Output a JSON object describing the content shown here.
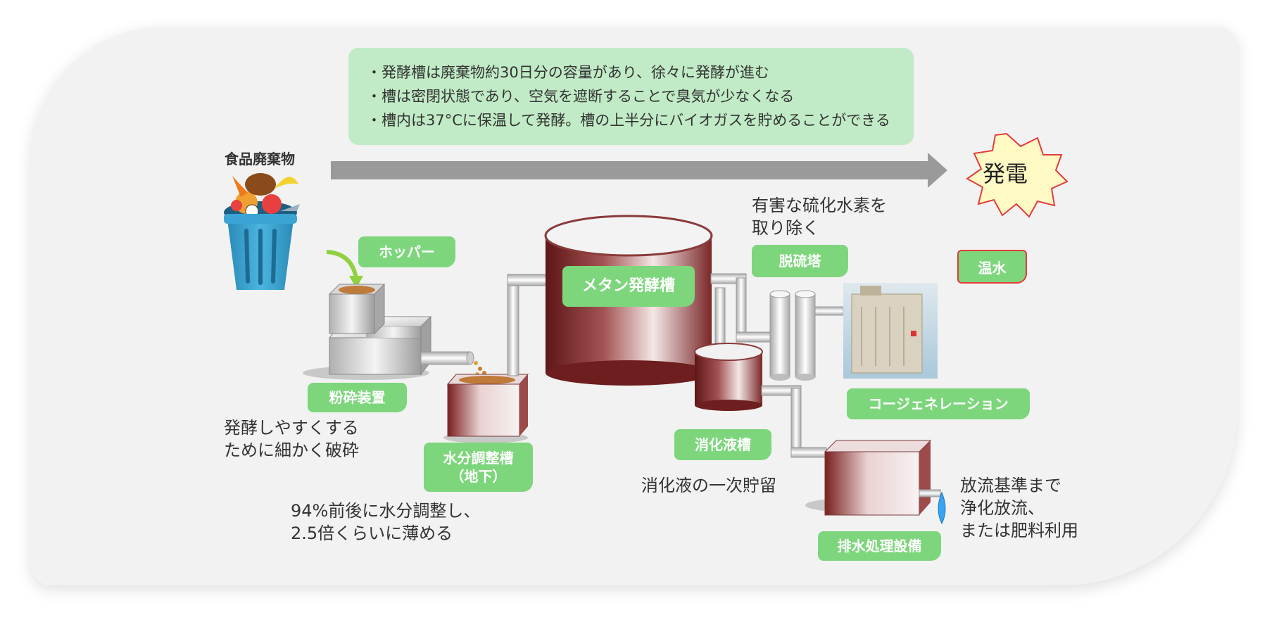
{
  "info": {
    "lines": [
      "・発酵槽は廃棄物約30日分の容量があり、徐々に発酵が進む",
      "・槽は密閉状態であり、空気を遮断することで臭気が少なくなる",
      "・槽内は37°Cに保温して発酵。槽の上半分にバイオガスを貯めることができる"
    ]
  },
  "input": {
    "label": "食品廃棄物"
  },
  "output": {
    "label": "発電"
  },
  "tags": {
    "hopper": "ホッパー",
    "crusher": "粉砕装置",
    "moisture_l1": "水分調整槽",
    "moisture_l2": "（地下）",
    "methane": "メタン発酵槽",
    "desulfur": "脱硫塔",
    "hot_water": "温水",
    "cogeneration": "コージェネレーション",
    "digestate": "消化液槽",
    "wastewater": "排水処理設備"
  },
  "notes": {
    "h2s_l1": "有害な硫化水素を",
    "h2s_l2": "取り除く",
    "crush_l1": "発酵しやすくする",
    "crush_l2": "ために細かく破砕",
    "moist_l1": "94%前後に水分調整し、",
    "moist_l2": "2.5倍くらいに薄める",
    "digest": "消化液の一次貯留",
    "discharge_l1": "放流基準まで",
    "discharge_l2": "浄化放流、",
    "discharge_l3": "または肥料利用"
  },
  "colors": {
    "tag_green": "#7dd67c",
    "info_green": "#c1ebc6",
    "arrow_gray": "#9a9a9a",
    "tank_red": "#7a1f1f",
    "burst_yellow": "#fff9c4",
    "burst_red": "#e53b3b"
  }
}
